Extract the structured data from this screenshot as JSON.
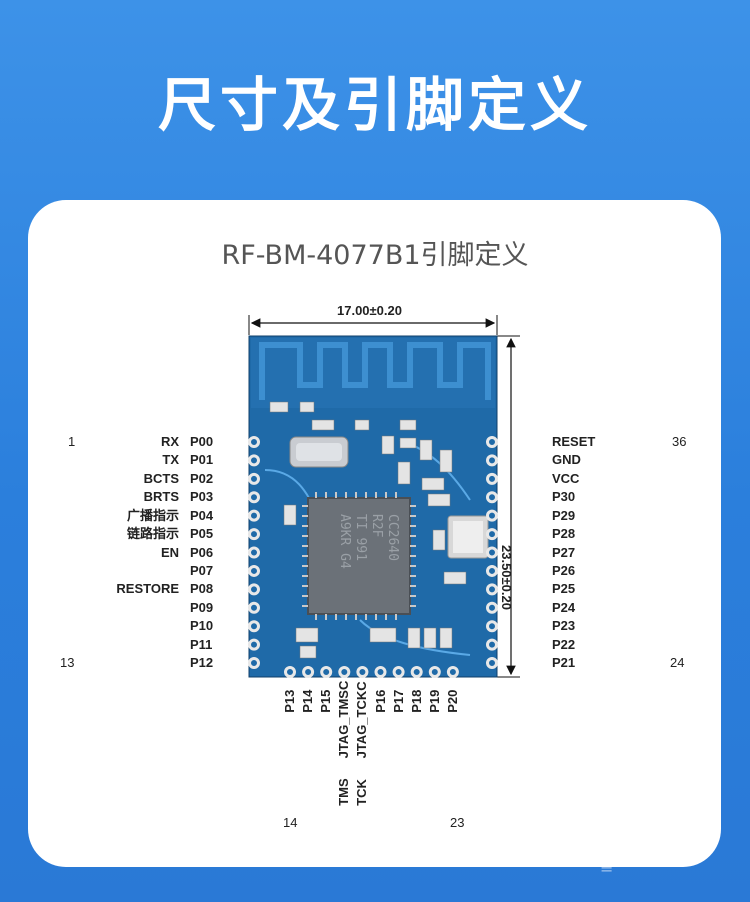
{
  "header": {
    "title": "尺寸及引脚定义"
  },
  "card": {
    "subtitle": "RF-BM-4077B1引脚定义"
  },
  "dimensions": {
    "width": "17.00±0.20",
    "height": "23.50±0.20"
  },
  "chip": {
    "line1": "CC2640",
    "line2": "R2F",
    "line3": "TI 991",
    "line4": "A9KR G4"
  },
  "left_pins": {
    "first_index": "1",
    "last_index": "13",
    "rows": [
      {
        "func": "RX",
        "pin": "P00"
      },
      {
        "func": "TX",
        "pin": "P01"
      },
      {
        "func": "BCTS",
        "pin": "P02"
      },
      {
        "func": "BRTS",
        "pin": "P03"
      },
      {
        "func": "广播指示",
        "pin": "P04"
      },
      {
        "func": "链路指示",
        "pin": "P05"
      },
      {
        "func": "EN",
        "pin": "P06"
      },
      {
        "func": "",
        "pin": "P07"
      },
      {
        "func": "RESTORE",
        "pin": "P08"
      },
      {
        "func": "",
        "pin": "P09"
      },
      {
        "func": "",
        "pin": "P10"
      },
      {
        "func": "",
        "pin": "P11"
      },
      {
        "func": "",
        "pin": "P12"
      }
    ]
  },
  "right_pins": {
    "first_index": "36",
    "last_index": "24",
    "rows": [
      "RESET",
      "GND",
      "VCC",
      "P30",
      "P29",
      "P28",
      "P27",
      "P26",
      "P25",
      "P24",
      "P23",
      "P22",
      "P21"
    ]
  },
  "bottom_pins": {
    "first_index": "14",
    "last_index": "23",
    "rows": [
      {
        "pin": "P13",
        "func": ""
      },
      {
        "pin": "P14",
        "func": ""
      },
      {
        "pin": "P15",
        "func": ""
      },
      {
        "pin": "JTAG_TMSC",
        "func": "TMS"
      },
      {
        "pin": "JTAG_TCKC",
        "func": "TCK"
      },
      {
        "pin": "P16",
        "func": ""
      },
      {
        "pin": "P17",
        "func": ""
      },
      {
        "pin": "P18",
        "func": ""
      },
      {
        "pin": "P19",
        "func": ""
      },
      {
        "pin": "P20",
        "func": ""
      }
    ]
  },
  "colors": {
    "background": "#3d92e8",
    "pcb": "#1f6aa8",
    "pad": "#e8e8e8",
    "chip": "#6b7178"
  }
}
